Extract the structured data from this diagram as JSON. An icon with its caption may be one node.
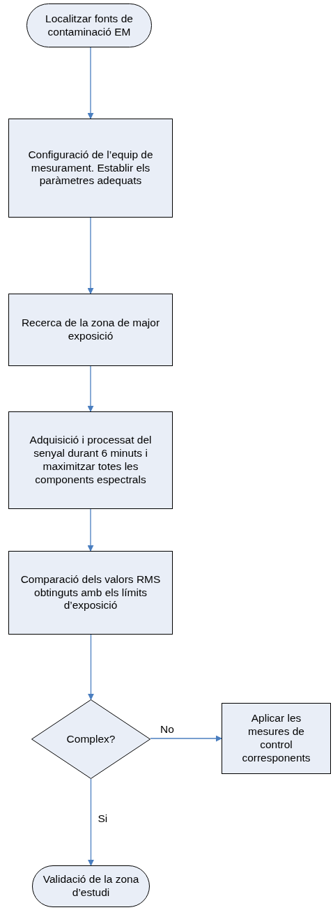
{
  "diagram": {
    "nodes": [
      {
        "text": [
          "Localitzar fonts de contaminació EM"
        ]
      },
      {
        "text": [
          "Configuració de l’equip de mesurament. Establir els paràmetres adequats"
        ]
      },
      {
        "text": [
          "Recerca de la zona de major exposició"
        ]
      },
      {
        "text": [
          "Adquisició i processat del senyal durant 6 minuts i maximitzar totes les components espectrals"
        ]
      },
      {
        "text": [
          "Comparació dels valors RMS obtinguts amb els límits d’exposició"
        ]
      },
      {
        "text": [
          "Complex?"
        ]
      },
      {
        "text": [
          "Aplicar les mesures de control corresponents"
        ]
      },
      {
        "text": [
          "Validació de la zona d’estudi"
        ]
      }
    ],
    "edges": [
      {
        "from": 0,
        "to": 1,
        "arrow": "to"
      },
      {
        "from": 1,
        "to": 2,
        "arrow": "to"
      },
      {
        "from": 2,
        "to": 3,
        "arrow": "to"
      },
      {
        "from": 3,
        "to": 4,
        "arrow": "to"
      },
      {
        "from": 4,
        "to": 5,
        "arrow": "to"
      },
      {
        "from": 5,
        "to": 6,
        "arrow": "to",
        "label": "No"
      },
      {
        "from": 5,
        "to": 7,
        "arrow": "to",
        "label": "Si"
      }
    ]
  }
}
